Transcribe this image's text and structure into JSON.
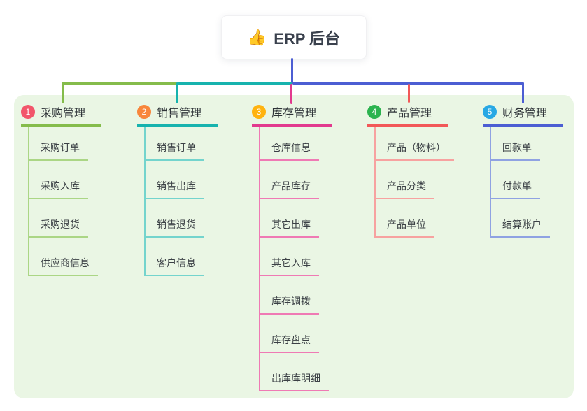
{
  "root": {
    "icon": "👍",
    "title": "ERP 后台",
    "line_color": "#4c5ed3"
  },
  "branches": [
    {
      "number": "1",
      "title": "采购管理",
      "color": "#85bc4b",
      "light": "#abd685",
      "badge": "#f2566b",
      "children": [
        "采购订单",
        "采购入库",
        "采购退货",
        "供应商信息"
      ]
    },
    {
      "number": "2",
      "title": "销售管理",
      "color": "#17b3ae",
      "light": "#74d4cd",
      "badge": "#f8863b",
      "children": [
        "销售订单",
        "销售出库",
        "销售退货",
        "客户信息"
      ]
    },
    {
      "number": "3",
      "title": "库存管理",
      "color": "#e23a8e",
      "light": "#ef7ab4",
      "badge": "#ffb310",
      "children": [
        "仓库信息",
        "产品库存",
        "其它出库",
        "其它入库",
        "库存调拨",
        "库存盘点",
        "出库库明细"
      ]
    },
    {
      "number": "4",
      "title": "产品管理",
      "color": "#f25858",
      "light": "#f7a2a0",
      "badge": "#2cb34f",
      "children": [
        "产品（物料）",
        "产品分类",
        "产品单位"
      ]
    },
    {
      "number": "5",
      "title": "财务管理",
      "color": "#4c5ed3",
      "light": "#8fa2e2",
      "badge": "#28a8e4",
      "children": [
        "回款单",
        "付款单",
        "结算账户"
      ]
    }
  ],
  "panel_color": "#eaf6e4"
}
